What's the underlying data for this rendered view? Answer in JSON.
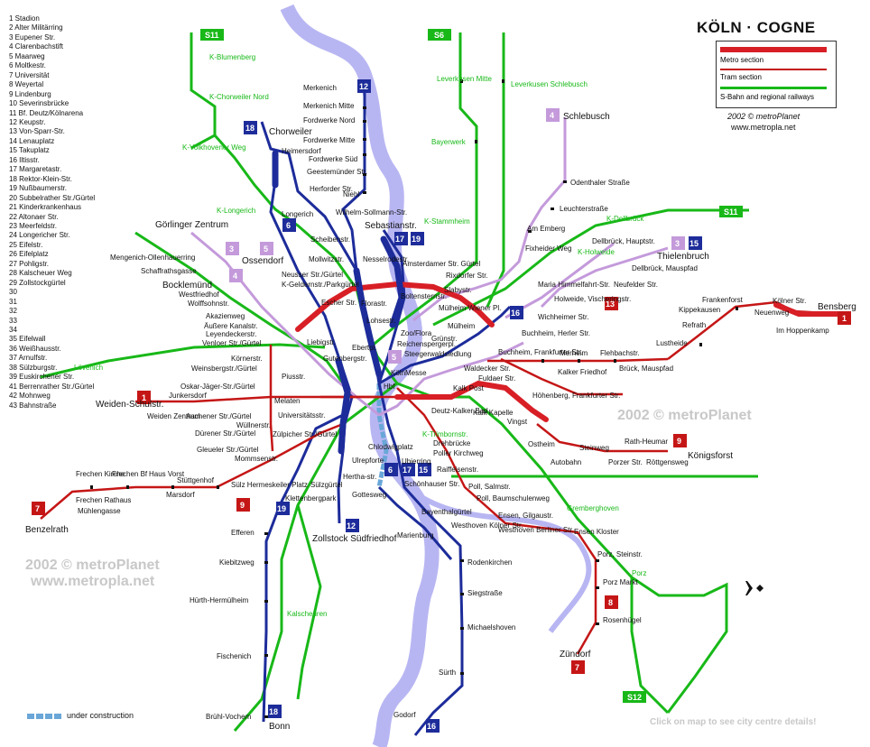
{
  "title": "KÖLN · COGNE",
  "legend": {
    "metro": "Metro section",
    "tram": "Tram section",
    "sbahn": "S-Bahn and regional railways"
  },
  "credit": {
    "line1": "2002 © metroPlanet",
    "line2": "www.metropla.net"
  },
  "watermark": {
    "line1": "2002 © metroPlanet",
    "line2": "www.metropla.net"
  },
  "bottom_note": "Click on map to see city centre details!",
  "under_construction": "under construction",
  "colors": {
    "metro": "#d81f26",
    "tram": "#c51616",
    "line12": "#1d2c9a",
    "line3": "#c49adb",
    "sbahn": "#18b818",
    "river": "#b8b6f2"
  },
  "index_list": [
    "1 Stadion",
    "2 Alter Militärring",
    "3 Eupener Str.",
    "4 Clarenbachstift",
    "5 Maarweg",
    "6 Moltkestr.",
    "7 Universität",
    "8 Weyertal",
    "9 Lindenburg",
    "10 Severinsbrücke",
    "11 Bf. Deutz/Kölnarena",
    "12 Keupstr.",
    "13 Von-Sparr-Str.",
    "14 Lenauplatz",
    "15 Takuplatz",
    "16 Iltisstr.",
    "17 Margaretastr.",
    "18 Rektor-Klein-Str.",
    "19 Nußbaumerstr.",
    "20 Subbelrather Str./Gürtel",
    "21 Kinderkrankenhaus",
    "22 Altonaer Str.",
    "23 Meerfeldstr.",
    "24 Longericher Str.",
    "25 Eifelstr.",
    "26 Eifelplatz",
    "27 Pohligstr.",
    "28 Kalscheuer Weg",
    "29 Zollstockgürtel",
    "30",
    "31",
    "32",
    "33",
    "34",
    "35 Eifelwall",
    "36 Weißhausstr.",
    "37 Arnulfstr.",
    "38 Sülzburgstr.",
    "39 Euskirchener Str.",
    "41 Berrenrather Str./Gürtel",
    "42 Mohnweg",
    "43 Bahnstraße"
  ],
  "line_badges": [
    {
      "id": "S11",
      "kind": "sbahn"
    },
    {
      "id": "S6",
      "kind": "sbahn"
    },
    {
      "id": "S11",
      "kind": "sbahn"
    },
    {
      "id": "S12",
      "kind": "sbahn"
    },
    {
      "id": "12"
    },
    {
      "id": "18"
    },
    {
      "id": "6"
    },
    {
      "id": "4"
    },
    {
      "id": "3"
    },
    {
      "id": "5"
    },
    {
      "id": "3"
    },
    {
      "id": "4"
    },
    {
      "id": "17"
    },
    {
      "id": "19"
    },
    {
      "id": "3"
    },
    {
      "id": "15"
    },
    {
      "id": "13"
    },
    {
      "id": "16"
    },
    {
      "id": "5"
    },
    {
      "id": "1"
    },
    {
      "id": "1"
    },
    {
      "id": "9"
    },
    {
      "id": "7"
    },
    {
      "id": "9"
    },
    {
      "id": "6"
    },
    {
      "id": "17"
    },
    {
      "id": "15"
    },
    {
      "id": "19"
    },
    {
      "id": "12"
    },
    {
      "id": "8"
    },
    {
      "id": "7"
    },
    {
      "id": "18"
    },
    {
      "id": "16"
    }
  ],
  "stations": [
    {
      "name": "Merkenich"
    },
    {
      "name": "Merkenich Mitte"
    },
    {
      "name": "Fordwerke Nord"
    },
    {
      "name": "Fordwerke Mitte"
    },
    {
      "name": "Fordwerke Süd"
    },
    {
      "name": "Geestemünder Str."
    },
    {
      "name": "Niehl"
    },
    {
      "name": "Herforder Str."
    },
    {
      "name": "Chorweiler"
    },
    {
      "name": "Heimersdorf"
    },
    {
      "name": "K-Blumenberg"
    },
    {
      "name": "K-Chorweiler Nord"
    },
    {
      "name": "K-Volkhovener Weg"
    },
    {
      "name": "K-Longerich"
    },
    {
      "name": "Longerich"
    },
    {
      "name": "Wilhelm-Sollmann-Str."
    },
    {
      "name": "Görlinger Zentrum"
    },
    {
      "name": "Ossendorf"
    },
    {
      "name": "Mengenich-Ollenhauerring"
    },
    {
      "name": "Schaffrathsgasse"
    },
    {
      "name": "Bocklemünd"
    },
    {
      "name": "Westfriedhof"
    },
    {
      "name": "Wolffsohnstr."
    },
    {
      "name": "Akazienweg"
    },
    {
      "name": "Äußere Kanalstr."
    },
    {
      "name": "Leyendeckerstr."
    },
    {
      "name": "Venloer Str./Gürtel"
    },
    {
      "name": "Lövenich"
    },
    {
      "name": "Körnerstr."
    },
    {
      "name": "Weinsbergstr./Gürtel"
    },
    {
      "name": "Piusstr."
    },
    {
      "name": "Oskar-Jäger-Str./Gürtel"
    },
    {
      "name": "Junkersdorf"
    },
    {
      "name": "Weiden Zentrum"
    },
    {
      "name": "Weiden-Schulstr."
    },
    {
      "name": "Aachener Str./Gürtel"
    },
    {
      "name": "Dürener Str./Gürtel"
    },
    {
      "name": "Gleueler Str./Gürtel"
    },
    {
      "name": "Wüllnerstr."
    },
    {
      "name": "Mommsenstr."
    },
    {
      "name": "Frechen Kirche"
    },
    {
      "name": "Frechen Bf"
    },
    {
      "name": "Haus Vorst"
    },
    {
      "name": "Stüttgenhof"
    },
    {
      "name": "Marsdorf"
    },
    {
      "name": "Frechen Rathaus"
    },
    {
      "name": "Mühlengasse"
    },
    {
      "name": "Benzelrath"
    },
    {
      "name": "Sülz Hermeskeiler Platz"
    },
    {
      "name": "Klettenbergpark"
    },
    {
      "name": "Efferen"
    },
    {
      "name": "Kiebitzweg"
    },
    {
      "name": "Hürth-Hermülheim"
    },
    {
      "name": "Kalscheuren"
    },
    {
      "name": "Fischenich"
    },
    {
      "name": "Brühl-Vochem"
    },
    {
      "name": "Bonn"
    },
    {
      "name": "Zollstock Südfriedhof"
    },
    {
      "name": "Sülzgürtel"
    },
    {
      "name": "Hertha-str."
    },
    {
      "name": "Gottesweg"
    },
    {
      "name": "Ulrepforte"
    },
    {
      "name": "Chlodwigplatz"
    },
    {
      "name": "Ubierring"
    },
    {
      "name": "Schönhauser Str."
    },
    {
      "name": "Bayenthalgürtel"
    },
    {
      "name": "Marienburg"
    },
    {
      "name": "Rodenkirchen"
    },
    {
      "name": "Siegstraße"
    },
    {
      "name": "Michaelshoven"
    },
    {
      "name": "Sürth"
    },
    {
      "name": "Godorf"
    },
    {
      "name": "Neusser Str./Gürtel"
    },
    {
      "name": "K-Geldernstr./Parkgürtel"
    },
    {
      "name": "Escher Str."
    },
    {
      "name": "Liebigstr."
    },
    {
      "name": "Mollwitzstr."
    },
    {
      "name": "Nesselrodestr."
    },
    {
      "name": "Amsterdamer Str. Gürtel"
    },
    {
      "name": "Sebastianstr."
    },
    {
      "name": "Scheibenstr."
    },
    {
      "name": "Florastr."
    },
    {
      "name": "Lohsestr."
    },
    {
      "name": "Boltensternstr."
    },
    {
      "name": "Zoo/Flora"
    },
    {
      "name": "Ebertpl."
    },
    {
      "name": "Reichenspergerpl."
    },
    {
      "name": "Gutenbergstr."
    },
    {
      "name": "Hbf"
    },
    {
      "name": "KölnMesse"
    },
    {
      "name": "Melaten"
    },
    {
      "name": "Universitätsstr."
    },
    {
      "name": "Zülpicher Str./Gürtel"
    },
    {
      "name": "Deutz-Kalker Bad"
    },
    {
      "name": "K-Trimbornstr."
    },
    {
      "name": "Drehbrücke"
    },
    {
      "name": "Poller Kirchweg"
    },
    {
      "name": "Raiffeisenstr."
    },
    {
      "name": "Poll, Salmstr."
    },
    {
      "name": "Poll, Baumschulenweg"
    },
    {
      "name": "Ensen, Gilgaustr."
    },
    {
      "name": "Westhoven Kölner Str."
    },
    {
      "name": "Westhoven Berliner Str."
    },
    {
      "name": "Ensen Kloster"
    },
    {
      "name": "Porz, Steinstr."
    },
    {
      "name": "Porz Markt"
    },
    {
      "name": "Rosenhügel"
    },
    {
      "name": "Zündorf"
    },
    {
      "name": "Porz"
    },
    {
      "name": "Gremberghoven"
    },
    {
      "name": "Leverkusen Mitte"
    },
    {
      "name": "Leverkusen Schlebusch"
    },
    {
      "name": "Bayerwerk"
    },
    {
      "name": "K-Stammheim"
    },
    {
      "name": "Schlebusch"
    },
    {
      "name": "Odenthaler Straße"
    },
    {
      "name": "Leuchterstraße"
    },
    {
      "name": "Am Emberg"
    },
    {
      "name": "Fixheider Weg"
    },
    {
      "name": "Rixdorfer Str."
    },
    {
      "name": "Slabystr."
    },
    {
      "name": "Grünstr."
    },
    {
      "name": "Mülheim Wiener Pl."
    },
    {
      "name": "Mülheim"
    },
    {
      "name": "Steegerwaldsiedlung"
    },
    {
      "name": "Buchheim, Herler Str."
    },
    {
      "name": "Buchheim, Frankfurter Str."
    },
    {
      "name": "Waldecker Str."
    },
    {
      "name": "Fuldaer Str."
    },
    {
      "name": "Merheim"
    },
    {
      "name": "Flehbachstr."
    },
    {
      "name": "Kalker Friedhof"
    },
    {
      "name": "Brück, Mauspfad"
    },
    {
      "name": "Höhenberg, Frankfurter Str."
    },
    {
      "name": "Kalk Post"
    },
    {
      "name": "Kalk Kapelle"
    },
    {
      "name": "Vingst"
    },
    {
      "name": "Ostheim"
    },
    {
      "name": "Steinweg"
    },
    {
      "name": "Autobahn"
    },
    {
      "name": "Porzer Str."
    },
    {
      "name": "Rath-Heumar"
    },
    {
      "name": "Röttgensweg"
    },
    {
      "name": "Königsforst"
    },
    {
      "name": "Lustheide"
    },
    {
      "name": "Refrath"
    },
    {
      "name": "Frankenforst"
    },
    {
      "name": "Kippekausen"
    },
    {
      "name": "Neuenweg"
    },
    {
      "name": "Im Hoppenkamp"
    },
    {
      "name": "Bensberg"
    },
    {
      "name": "Kölner Str."
    },
    {
      "name": "Wichheimer Str."
    },
    {
      "name": "Holweide, Vischeringstr."
    },
    {
      "name": "Maria Himmelfahrt-Str."
    },
    {
      "name": "Neufelder Str."
    },
    {
      "name": "Dellbrück, Mauspfad"
    },
    {
      "name": "Dellbrück, Hauptstr."
    },
    {
      "name": "Thielenbruch"
    },
    {
      "name": "K-Holweide"
    },
    {
      "name": "K-Dellbrück"
    }
  ]
}
